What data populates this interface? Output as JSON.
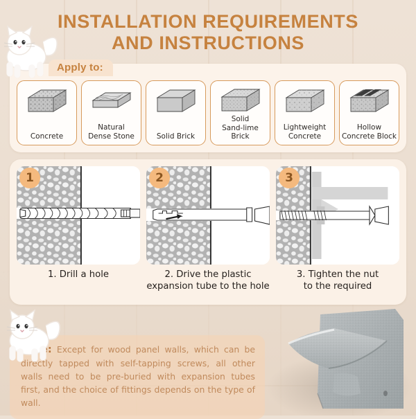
{
  "page": {
    "title_line1": "INSTALLATION REQUIREMENTS",
    "title_line2": "AND INSTRUCTIONS",
    "title_color": "#c6823f",
    "background_color": "#ece0d4",
    "panel_color": "#fcf3ea"
  },
  "apply_section": {
    "tab_label": "Apply to:",
    "materials": [
      {
        "label": "Concrete",
        "art": "speckled-block"
      },
      {
        "label": "Natural\nDense Stone",
        "label_line1": "Natural",
        "label_line2": "Dense Stone",
        "art": "rough-slab"
      },
      {
        "label": "Solid Brick",
        "label_line1": "Solid Brick",
        "label_line2": "",
        "art": "plain-block"
      },
      {
        "label": "Solid Sand-lime Brick",
        "label_line1": "Solid",
        "label_line2": "Sand-lime Brick",
        "art": "fine-speckled-block"
      },
      {
        "label": "Lightweight Concrete",
        "label_line1": "Lightweight",
        "label_line2": "Concrete",
        "art": "porous-block"
      },
      {
        "label": "Hollow Concrete Block",
        "label_line1": "Hollow",
        "label_line2": "Concrete Block",
        "art": "hollow-core-block"
      }
    ]
  },
  "steps_section": {
    "steps": [
      {
        "number": "1",
        "caption_line1": "1. Drill a hole",
        "caption_line2": "",
        "figure": "drill-bit-in-wall"
      },
      {
        "number": "2",
        "caption_line1": "2. Drive the plastic",
        "caption_line2": "expansion tube to the hole",
        "figure": "expansion-tube-into-hole"
      },
      {
        "number": "3",
        "caption_line1": "3. Tighten the nut",
        "caption_line2": "to the required",
        "figure": "screw-tightened-with-bracket"
      }
    ],
    "badge_color": "#f4b97e",
    "badge_text_color": "#8a5520"
  },
  "note_section": {
    "label": "Note:",
    "body": "Except for wood panel walls, which can be directly tapped with self-tapping screws, all other walls need to be pre-buried with expansion tubes first, and the choice of fittings depends on the type of wall.",
    "text_color": "#c08a5c",
    "background_color": "rgba(246,212,180,.62)"
  },
  "decorations": {
    "cat_top": "white-cat-illustration",
    "cat_bottom": "white-cat-illustration",
    "product_photo": "grey-felt-wall-bracket-photo"
  }
}
